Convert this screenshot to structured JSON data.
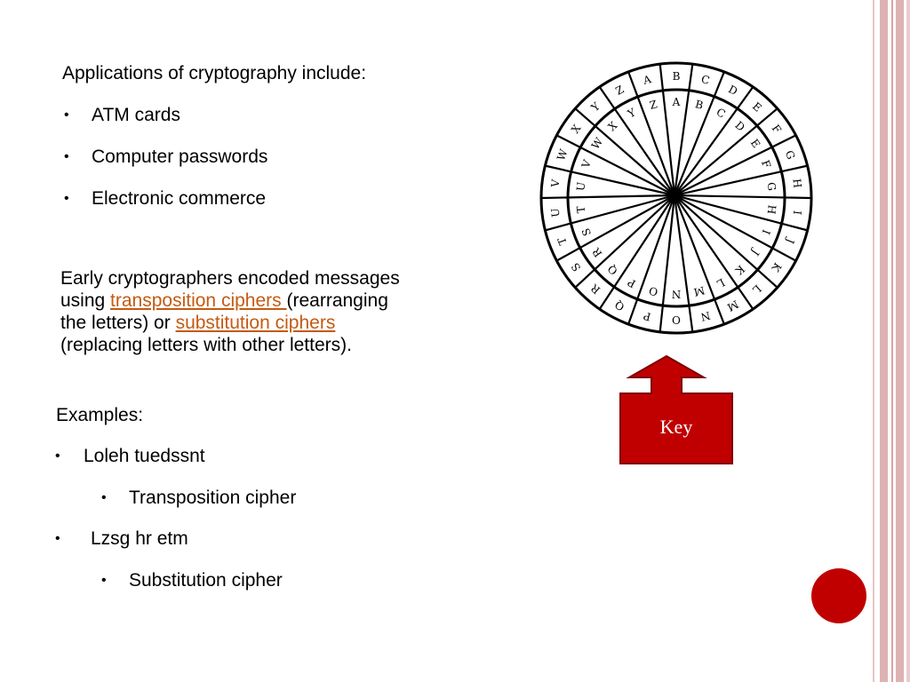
{
  "applications": {
    "heading": "Applications of cryptography include:",
    "items": [
      "ATM cards",
      "Computer passwords",
      "Electronic commerce"
    ]
  },
  "paragraph": {
    "line1": "Early cryptographers encoded messages",
    "using": "using ",
    "link1": "transposition ciphers ",
    "after_link1": "(rearranging",
    "line3_start": "the letters) or ",
    "link2": "substitution ciphers",
    "line4": "(replacing letters with other letters)."
  },
  "examples": {
    "heading": "Examples:",
    "item1": "Loleh tuedssnt",
    "item1_sub": "Transposition cipher",
    "item2": "Lzsg hr etm",
    "item2_sub": "Substitution cipher"
  },
  "bullet_glyph": "•",
  "wheel": {
    "outer_letters": [
      "B",
      "C",
      "D",
      "E",
      "F",
      "G",
      "H",
      "I",
      "J",
      "K",
      "L",
      "M",
      "N",
      "O",
      "P",
      "Q",
      "R",
      "S",
      "T",
      "U",
      "V",
      "W",
      "X",
      "Y",
      "Z",
      "A"
    ],
    "inner_letters": [
      "A",
      "B",
      "C",
      "D",
      "E",
      "F",
      "G",
      "H",
      "I",
      "J",
      "K",
      "L",
      "M",
      "N",
      "O",
      "P",
      "Q",
      "R",
      "S",
      "T",
      "U",
      "V",
      "W",
      "X",
      "Y",
      "Z"
    ]
  },
  "key_label": "Key",
  "colors": {
    "accent_red": "#c00000",
    "link_orange": "#c55a11",
    "stripe_pink": "#ddb2b2"
  }
}
